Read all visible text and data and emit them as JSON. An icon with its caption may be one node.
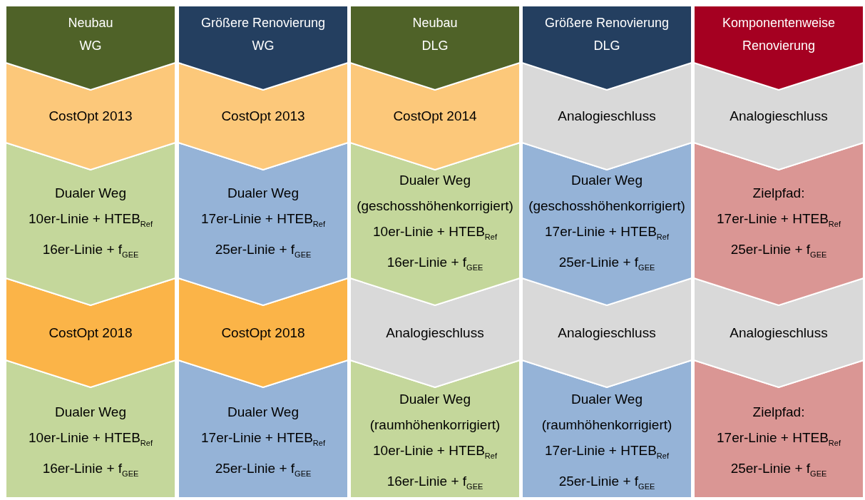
{
  "diagram": {
    "nodes": [
      {
        "text": [
          "Neubau",
          "WG"
        ]
      },
      {
        "text": [
          "Größere Renovierung",
          "WG"
        ]
      },
      {
        "text": [
          "Neubau",
          "DLG"
        ]
      },
      {
        "text": [
          "Größere Renovierung",
          "DLG"
        ]
      },
      {
        "text": [
          "Komponentenweise",
          "Renovierung"
        ]
      },
      {
        "text": [
          "CostOpt 2013"
        ]
      },
      {
        "text": [
          "CostOpt 2013"
        ]
      },
      {
        "text": [
          "CostOpt 2014"
        ]
      },
      {
        "text": [
          "Analogieschluss"
        ]
      },
      {
        "text": [
          "Analogieschluss"
        ]
      },
      {
        "text": [
          "Dualer Weg",
          "10er-Linie + HTEB$_{Ref}$",
          "16er-Linie + f$_{GEE}$"
        ]
      },
      {
        "text": [
          "Dualer Weg",
          "17er-Linie + HTEB$_{Ref}$",
          "25er-Linie + f$_{GEE}$"
        ]
      },
      {
        "text": [
          "Dualer Weg",
          "(geschosshöhenkorrigiert)",
          "10er-Linie + HTEB$_{Ref}$",
          "16er-Linie + f$_{GEE}$"
        ]
      },
      {
        "text": [
          "Dualer Weg",
          "(geschosshöhenkorrigiert)",
          "17er-Linie + HTEB$_{Ref}$",
          "25er-Linie + f$_{GEE}$"
        ]
      },
      {
        "text": [
          "Zielpfad:",
          "17er-Linie + HTEB$_{Ref}$",
          "25er-Linie + f$_{GEE}$"
        ]
      },
      {
        "text": [
          "CostOpt 2018"
        ]
      },
      {
        "text": [
          "CostOpt 2018"
        ]
      },
      {
        "text": [
          "Analogieschluss"
        ]
      },
      {
        "text": [
          "Analogieschluss"
        ]
      },
      {
        "text": [
          "Analogieschluss"
        ]
      },
      {
        "text": [
          "Dualer Weg",
          "10er-Linie + HTEB$_{Ref}$",
          "16er-Linie + f$_{GEE}$"
        ]
      },
      {
        "text": [
          "Dualer Weg",
          "17er-Linie + HTEB$_{Ref}$",
          "25er-Linie + f$_{GEE}$"
        ]
      },
      {
        "text": [
          "Dualer Weg",
          "(raumhöhenkorrigiert)",
          "10er-Linie + HTEB$_{Ref}$",
          "16er-Linie + f$_{GEE}$"
        ]
      },
      {
        "text": [
          "Dualer Weg",
          "(raumhöhenkorrigiert)",
          "17er-Linie + HTEB$_{Ref}$",
          "25er-Linie + f$_{GEE}$"
        ]
      },
      {
        "text": [
          "Zielpfad:",
          "17er-Linie + HTEB$_{Ref}$",
          "25er-Linie + f$_{GEE}$"
        ]
      }
    ]
  }
}
